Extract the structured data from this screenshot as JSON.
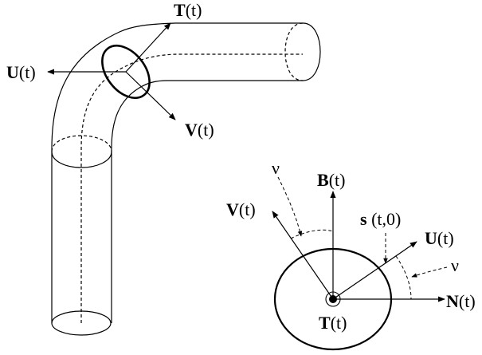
{
  "tube": {
    "labels": {
      "tangent": {
        "letter": "T",
        "arg": "(t)"
      },
      "u_vector": {
        "letter": "U",
        "arg": "(t)"
      },
      "v_vector": {
        "letter": "V",
        "arg": "(t)"
      }
    }
  },
  "cross_section": {
    "labels": {
      "binormal": {
        "letter": "B",
        "arg": "(t)"
      },
      "v_vector": {
        "letter": "V",
        "arg": "(t)"
      },
      "surface_point": {
        "letter": "s",
        "arg": " (t,0)"
      },
      "u_vector": {
        "letter": "U",
        "arg": "(t)"
      },
      "normal": {
        "letter": "N",
        "arg": "(t)"
      },
      "tangent": {
        "letter": "T",
        "arg": "(t)"
      },
      "angle_nu_left": "ν",
      "angle_nu_right": "ν"
    }
  }
}
